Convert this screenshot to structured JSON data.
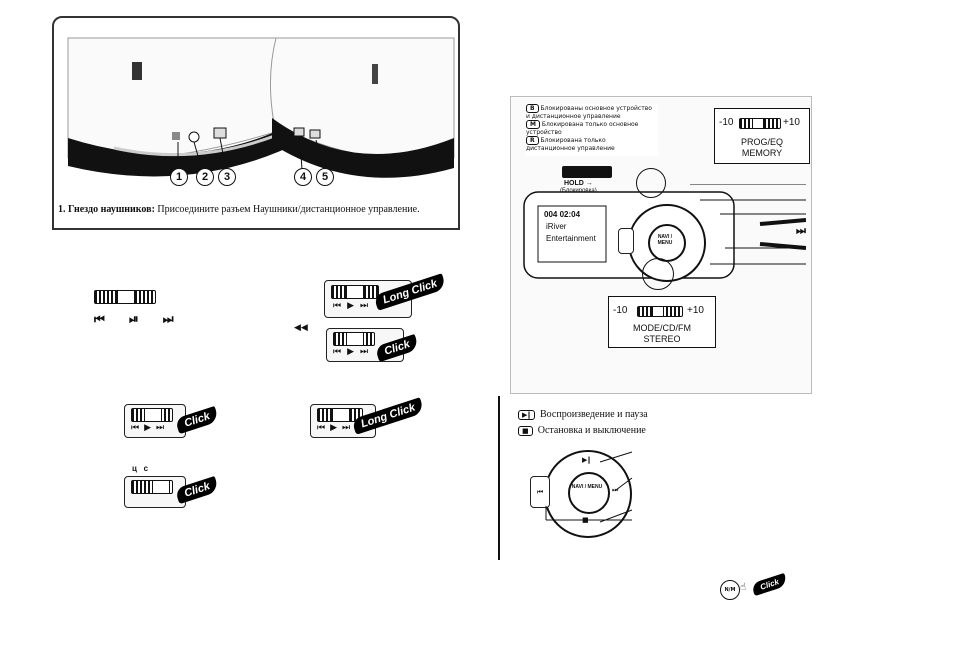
{
  "topfig": {
    "caption_bold": "1. Гнездо наушников:",
    "caption_rest": " Присоедините разъем Наушники/дистанционное управление.",
    "callouts": [
      "1",
      "2",
      "3",
      "4",
      "5"
    ]
  },
  "remote": {
    "glyphs": "⏮ ⏯ ⏭",
    "long_click": "Long Click",
    "click": "Click",
    "rewind_mark": "◀◀",
    "letters_c": "ц   с"
  },
  "hold": {
    "lock_items": [
      {
        "badge": "B",
        "text": "Блокированы основное устройство и дистанционное управление"
      },
      {
        "badge": "M",
        "text": "Блокирована только основное устройство"
      },
      {
        "badge": "R",
        "text": "Блокирована только дистанционное управление"
      }
    ],
    "hold_label": "HOLD →",
    "hold_sub": "(Блокировка)",
    "top_scale_min": "-10",
    "top_scale_max": "+10",
    "top_label_1": "PROG/EQ",
    "top_label_2": "MEMORY",
    "bot_scale_min": "-10",
    "bot_scale_max": "+10",
    "bot_label_1": "MODE/CD/FM",
    "bot_label_2": "STEREO",
    "ff_icon": "⏭",
    "screen_line1": "004  02:04",
    "screen_line2": "iRiver",
    "screen_line3": "Entertainment",
    "center_label": "NAVI / MENU"
  },
  "legend": {
    "play_pause": "Воспроизведение и пауза",
    "stop_off": "Остановка и выключение",
    "center_label": "NAVI / MENU"
  },
  "footer": {
    "click": "Click"
  }
}
